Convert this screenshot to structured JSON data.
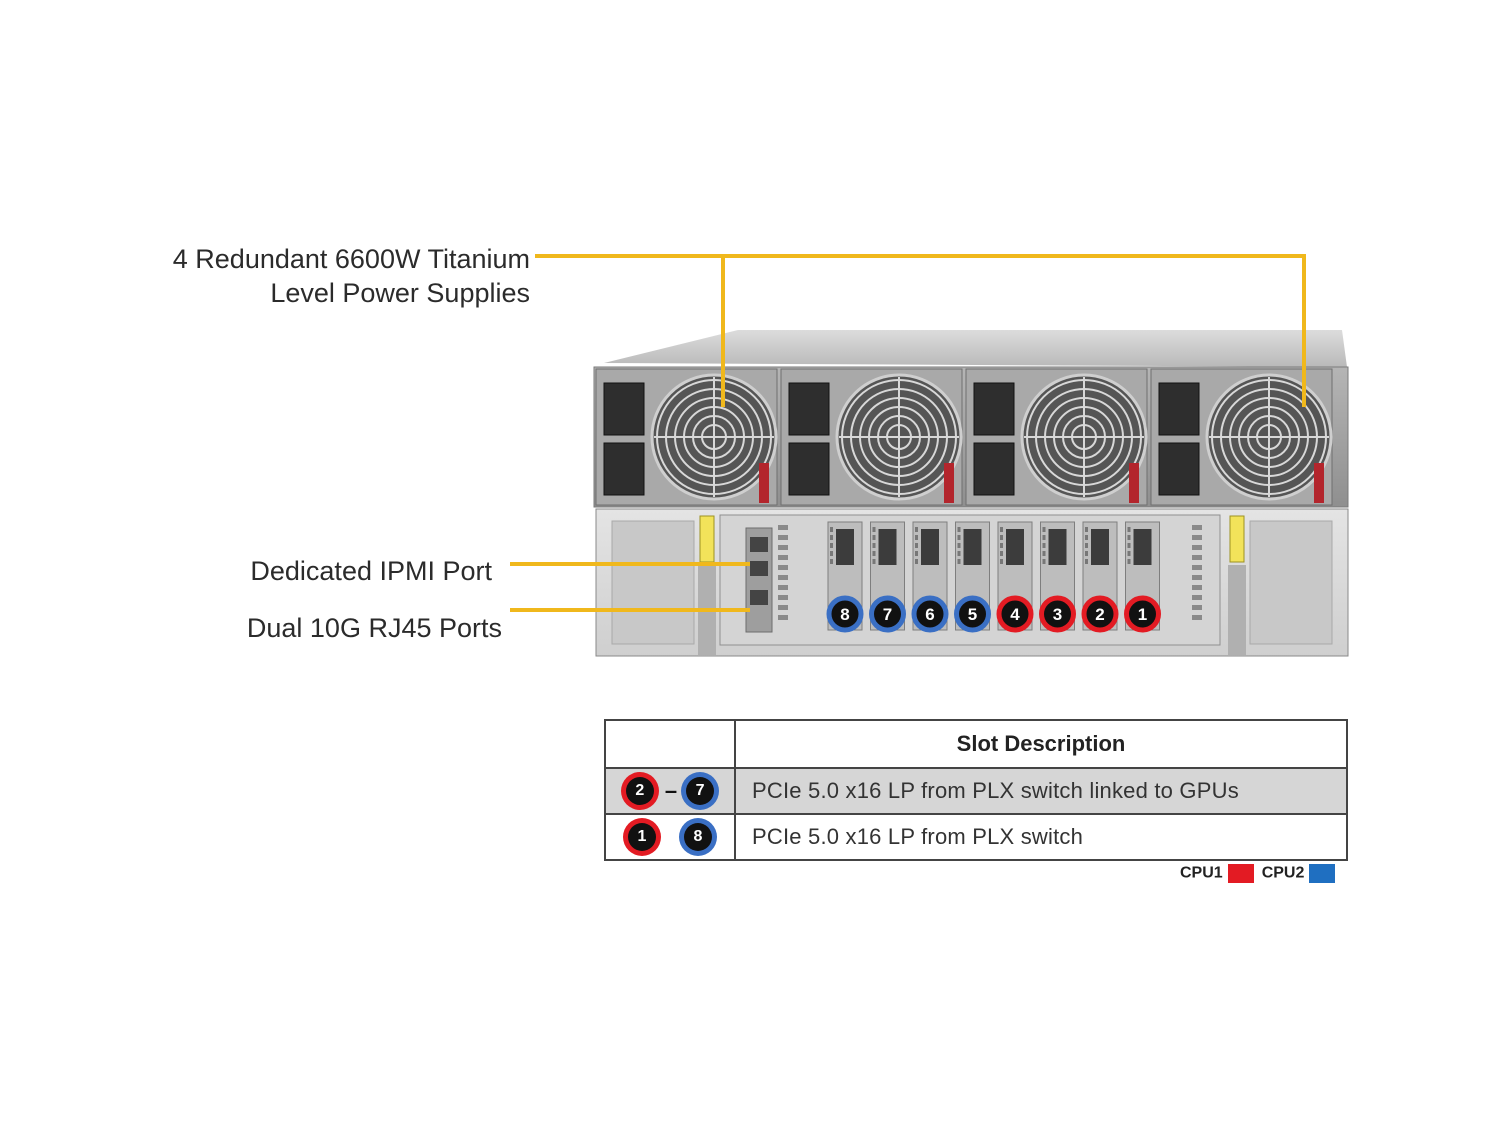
{
  "callouts": {
    "psu_line1": "4 Redundant 6600W Titanium",
    "psu_line2": "Level Power Supplies",
    "ipmi": "Dedicated IPMI Port",
    "rj45": "Dual 10G RJ45 Ports"
  },
  "slots": [
    {
      "number": "8",
      "cpu": "CPU2"
    },
    {
      "number": "7",
      "cpu": "CPU2"
    },
    {
      "number": "6",
      "cpu": "CPU2"
    },
    {
      "number": "5",
      "cpu": "CPU2"
    },
    {
      "number": "4",
      "cpu": "CPU1"
    },
    {
      "number": "3",
      "cpu": "CPU1"
    },
    {
      "number": "2",
      "cpu": "CPU1"
    },
    {
      "number": "1",
      "cpu": "CPU1"
    }
  ],
  "table": {
    "header": "Slot Description",
    "rows": [
      {
        "badge_start": "2",
        "badge_separator": "–",
        "badge_end": "7",
        "description": "PCIe 5.0 x16 LP from PLX switch linked to GPUs"
      },
      {
        "badge_start": "1",
        "badge_end": "8",
        "description": "PCIe 5.0 x16 LP from PLX switch"
      }
    ]
  },
  "legend": {
    "cpu1_label": "CPU1",
    "cpu1_color": "#e31b23",
    "cpu2_label": "CPU2",
    "cpu2_color": "#1f6fc1"
  },
  "colors": {
    "leader_line": "#f0b81c",
    "slot_ring_cpu1": "#e31b23",
    "slot_ring_cpu2": "#3a6fc4"
  },
  "psu_count": 4
}
